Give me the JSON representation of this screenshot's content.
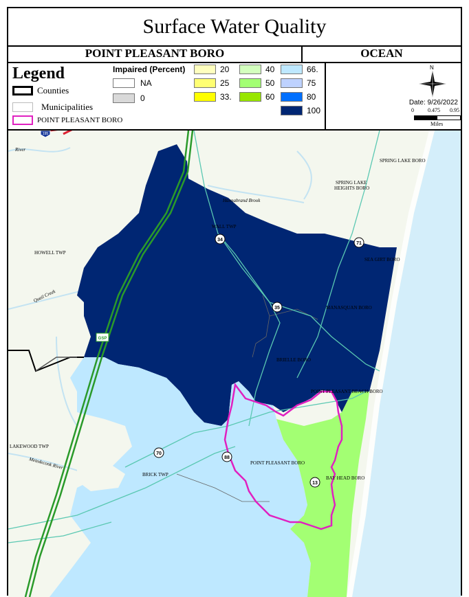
{
  "title": "Surface Water Quality",
  "municipality": "POINT PLEASANT BORO",
  "county": "OCEAN",
  "legend": {
    "heading": "Legend",
    "counties_label": "Counties",
    "municipalities_label": "Municipalities",
    "selected_label": "POINT PLEASANT BORO",
    "impaired_title": "Impaired (Percent)",
    "classes": [
      {
        "label": "NA",
        "color": "#ffffff"
      },
      {
        "label": "0",
        "color": "#d9d9d9"
      },
      {
        "label": "20",
        "color": "#ffffbe"
      },
      {
        "label": "25",
        "color": "#ffff73"
      },
      {
        "label": "33.",
        "color": "#ffff00"
      },
      {
        "label": "40",
        "color": "#d3ffbe"
      },
      {
        "label": "50",
        "color": "#a3ff73"
      },
      {
        "label": "60",
        "color": "#98e600"
      },
      {
        "label": "66.",
        "color": "#bee8ff"
      },
      {
        "label": "75",
        "color": "#bed2ff"
      },
      {
        "label": "80",
        "color": "#0070ff"
      },
      {
        "label": "100",
        "color": "#002673"
      }
    ]
  },
  "north_arrow_label": "N",
  "date_label": "Date: 9/26/2022",
  "scale": {
    "ticks": [
      "0",
      "0.475",
      "0.95"
    ],
    "units": "Miles"
  },
  "map_labels": {
    "spring_lake": "SPRING LAKE BORO",
    "spring_lake_heights_1": "SPRING LAKE",
    "spring_lake_heights_2": "HEIGHTS BORO",
    "hannabrand": "Hannabrand Brook",
    "wall": "WALL TWP",
    "howell": "HOWELL TWP",
    "sea_girt": "SEA GIRT BORO",
    "quail_creek": "Quail Creek",
    "manasquan": "MANASQUAN BORO",
    "brielle": "BRIELLE BORO",
    "pp_beach": "POINT PLEASANT BEACH BORO",
    "lakewood": "LAKEWOOD TWP",
    "brick": "BRICK TWP",
    "point_pleasant": "POINT PLEASANT BORO",
    "bay_head": "BAY HEAD BORO",
    "river": "River",
    "metedeconk": "Metedeconk River"
  },
  "route_shields": {
    "i195": "195",
    "gsp": "GSP",
    "r34": "34",
    "r71": "71",
    "r35": "35",
    "r70": "70",
    "r88": "88",
    "r13": "13"
  },
  "colors": {
    "ocean": "#d4eefa",
    "land": "#f4f7ee",
    "route_green": "#2a9a2a",
    "interstate_red": "#d23",
    "boundary_magenta": "#e020c0"
  }
}
